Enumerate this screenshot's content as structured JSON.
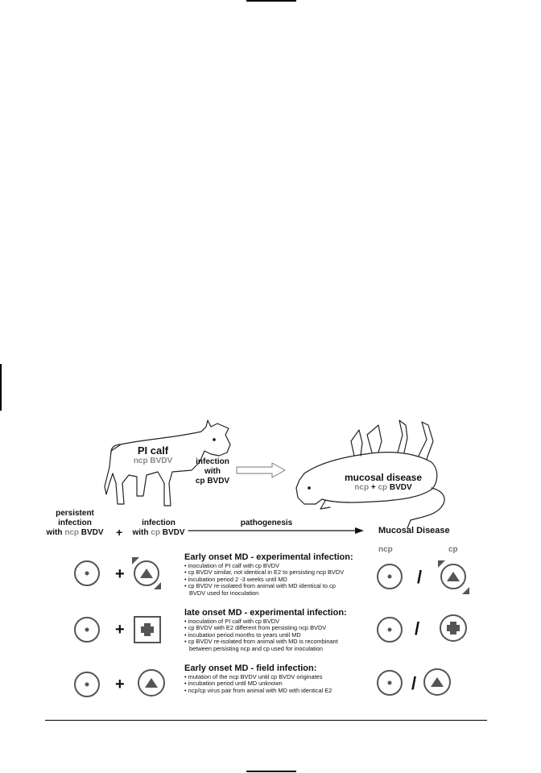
{
  "cow_label": {
    "title": "PI calf",
    "sub": "ncp BVDV"
  },
  "infection_label": {
    "line1": "infection",
    "line2": "with",
    "line3": "cp BVDV"
  },
  "md_label": {
    "title": "mucosal disease",
    "sub_ncp": "ncp",
    "sub_plus": " + ",
    "sub_cp": "cp",
    "sub_virus": " BVDV"
  },
  "flow": {
    "persistent": {
      "line1": "persistent",
      "line2": "infection",
      "line3_pre": "with ",
      "line3_ncp": "ncp",
      "line3_post": " BVDV"
    },
    "plus": "+",
    "infection": {
      "line1": "infection",
      "line2_pre": "with ",
      "line2_cp": "cp",
      "line2_post": " BVDV"
    },
    "pathogenesis": "pathogenesis",
    "outcome": "Mucosal Disease"
  },
  "columns": {
    "ncp": "ncp",
    "cp": "cp"
  },
  "rows": [
    {
      "title": "Early onset  MD - experimental infection:",
      "bullets": [
        "inoculation of PI calf with cp BVDV",
        "cp BVDV similar, not identical in E2 to persisting ncp BVDV",
        "incubation period 2 -3 weeks until MD",
        "cp BVDV re-isolated from animal with MD identical to cp"
      ],
      "continuation": "BVDV used for inoculation",
      "plus": "+",
      "slash": "/"
    },
    {
      "title": "late onset MD - experimental infection:",
      "bullets": [
        "inoculation of PI calf with cp BVDV",
        "cp BVDV with E2 different from persisting ncp BVDV",
        "incubation period months to years until MD",
        "cp BVDV re-isolated from animal with MD is recombinant"
      ],
      "continuation": "between persisting ncp and cp used for inoculation",
      "plus": "+",
      "slash": "/"
    },
    {
      "title": "Early onset MD - field infection:",
      "bullets": [
        "mutation of the ncp BVDV until cp BVDV originates",
        "incubation period until MD unknown",
        "ncp/cp virus pair from animal with MD with identical E2"
      ],
      "continuation": "",
      "plus": "+",
      "slash": "/"
    }
  ],
  "colors": {
    "line": "#555555",
    "fill_dark": "#555555",
    "grey_text": "#888888"
  }
}
